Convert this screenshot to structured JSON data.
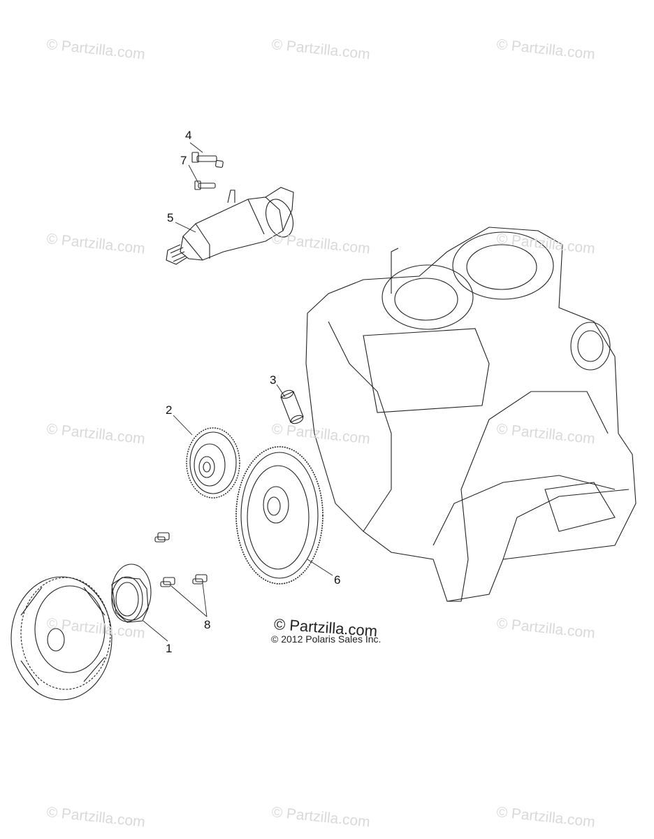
{
  "watermark_text": "© Partzilla.com",
  "callouts": [
    "1",
    "2",
    "3",
    "4",
    "5",
    "6",
    "7",
    "8"
  ],
  "stamp_text": "© Partzilla.com",
  "copyright": "© 2012 Polaris Sales Inc."
}
